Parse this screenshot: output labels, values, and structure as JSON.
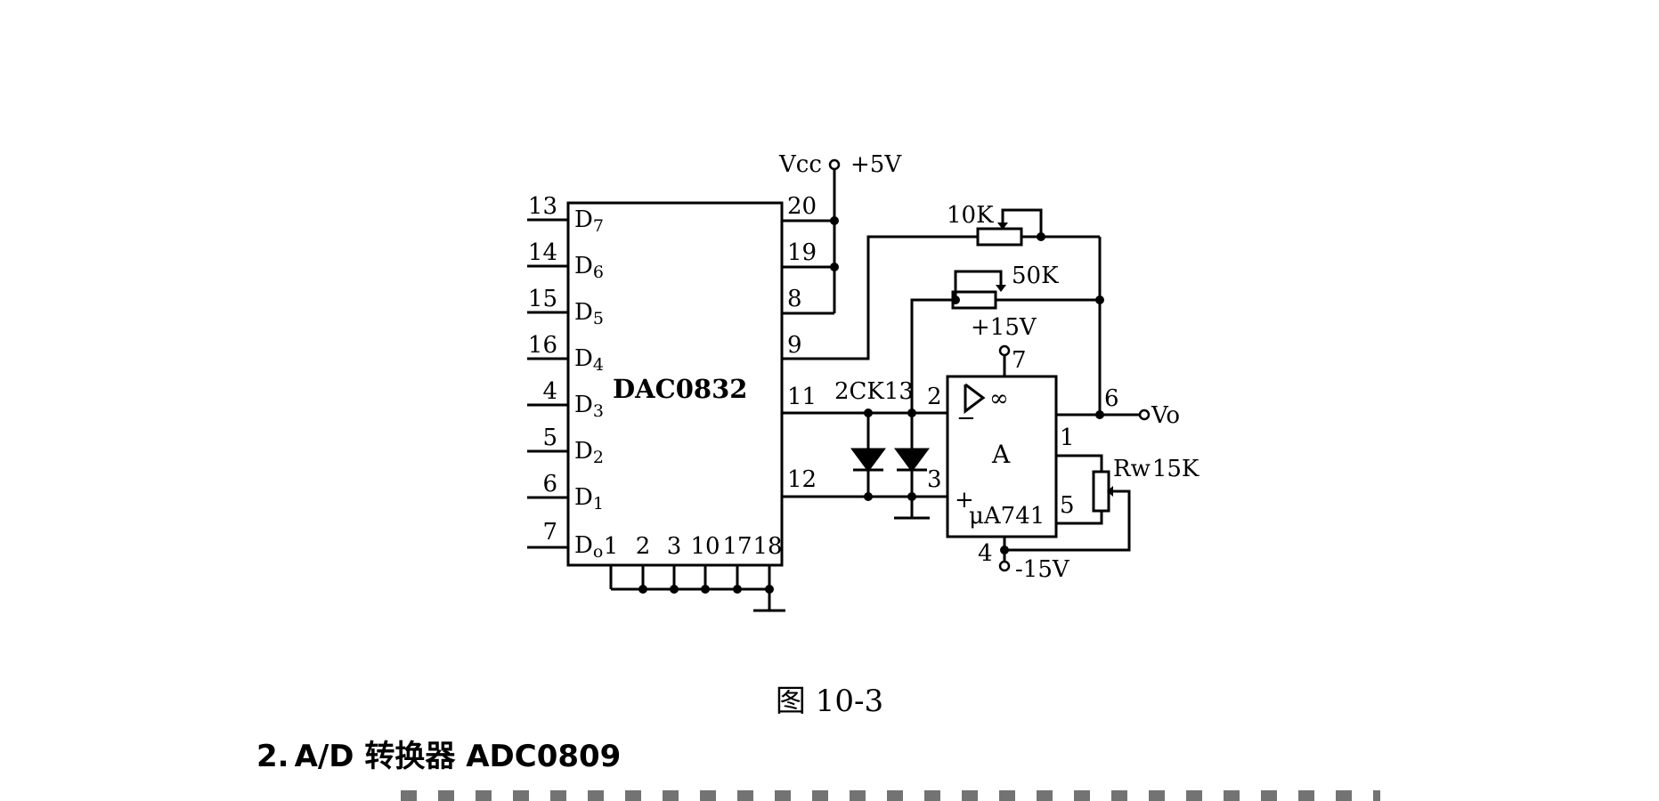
{
  "circuit": {
    "dac": {
      "name": "DAC0832",
      "left_pins": [
        {
          "num": "13",
          "base": "D",
          "sub": "7"
        },
        {
          "num": "14",
          "base": "D",
          "sub": "6"
        },
        {
          "num": "15",
          "base": "D",
          "sub": "5"
        },
        {
          "num": "16",
          "base": "D",
          "sub": "4"
        },
        {
          "num": "4",
          "base": "D",
          "sub": "3"
        },
        {
          "num": "5",
          "base": "D",
          "sub": "2"
        },
        {
          "num": "6",
          "base": "D",
          "sub": "1"
        },
        {
          "num": "7",
          "base": "D",
          "sub": "o"
        }
      ],
      "right_pins": [
        "20",
        "19",
        "8",
        "9",
        "11",
        "12"
      ],
      "bottom_pins": [
        "1",
        "2",
        "3",
        "10",
        "17",
        "18"
      ]
    },
    "vcc": {
      "label": "Vcc",
      "value": "+5V"
    },
    "resistor_top": "10K",
    "resistor_mid": "50K",
    "diode": "2CK13",
    "opamp": {
      "pos_supply": "+15V",
      "neg_supply": "-15V",
      "symbol": "▷∞",
      "block_label": "A",
      "model": "μA741",
      "minus_sign": "−",
      "plus_sign": "+",
      "pins": {
        "inv": "2",
        "noninv": "3",
        "vplus": "7",
        "out": "6",
        "offset1": "1",
        "offset2": "5",
        "vminus": "4"
      }
    },
    "output": "Vo",
    "trimmer": {
      "name": "Rw",
      "value": "15K"
    }
  },
  "caption": "图 10-3",
  "section": {
    "number": "2.",
    "title": "A/D 转换器 ADC0809"
  }
}
